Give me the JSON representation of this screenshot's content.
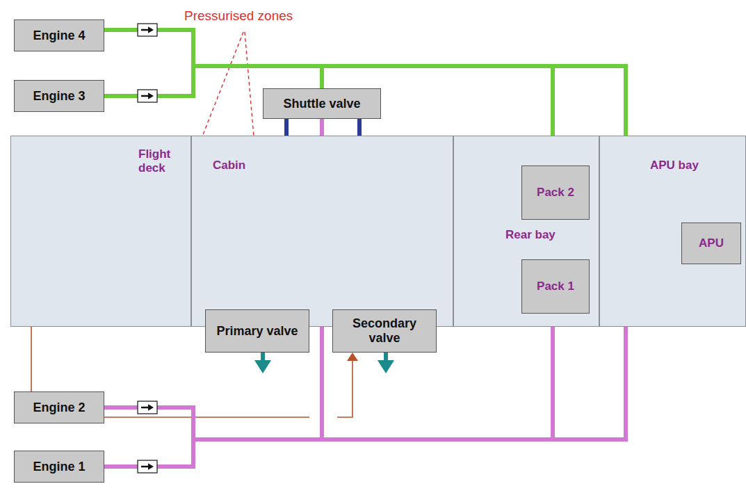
{
  "diagram": {
    "nodes": [
      {
        "text": [
          "Engine 4"
        ]
      },
      {
        "text": [
          "Engine 3"
        ]
      },
      {
        "text": [
          "Shuttle valve"
        ]
      },
      {
        "text": [
          "Flight deck"
        ]
      },
      {
        "text": [
          "Cabin"
        ]
      },
      {
        "text": [
          "Rear bay"
        ]
      },
      {
        "text": [
          "APU bay"
        ]
      },
      {
        "text": [
          "Pack 2"
        ],
        "in": 5
      },
      {
        "text": [
          "APU"
        ],
        "in": 6
      },
      {
        "text": [
          "Pack 1"
        ],
        "in": 5
      },
      {
        "text": [
          "Primary valve"
        ]
      },
      {
        "text": [
          "Secondary valve"
        ]
      },
      {
        "text": [
          "Engine 2"
        ]
      },
      {
        "text": [
          "Engine 1"
        ]
      }
    ],
    "edges": [
      {
        "from": 0,
        "to": 7,
        "arrow": "to"
      },
      {
        "from": 1,
        "to": 7,
        "arrow": "to"
      },
      {
        "from": 0,
        "to": 2,
        "arrow": "none"
      },
      {
        "from": 1,
        "to": 2,
        "arrow": "none"
      },
      {
        "from": 8,
        "to": 7,
        "arrow": "to"
      },
      {
        "from": 8,
        "to": 9,
        "arrow": "to"
      },
      {
        "from": 12,
        "to": 9,
        "arrow": "to"
      },
      {
        "from": 13,
        "to": 9,
        "arrow": "to"
      },
      {
        "from": 12,
        "to": 2,
        "arrow": "none"
      },
      {
        "from": 13,
        "to": 2,
        "arrow": "none"
      },
      {
        "from": 2,
        "to": 10,
        "arrow": "to"
      },
      {
        "from": 2,
        "to": 11,
        "arrow": "to"
      },
      {
        "from": 7,
        "to": 4,
        "arrow": "to"
      },
      {
        "from": 7,
        "to": 3,
        "arrow": "to"
      },
      {
        "from": 9,
        "to": 4,
        "arrow": "to"
      },
      {
        "from": 9,
        "to": 3,
        "arrow": "to"
      },
      {
        "from": 4,
        "to": 10,
        "arrow": "none"
      },
      {
        "from": 4,
        "to": 11,
        "arrow": "none"
      }
    ],
    "labels": [
      "Pressurised zones"
    ]
  }
}
